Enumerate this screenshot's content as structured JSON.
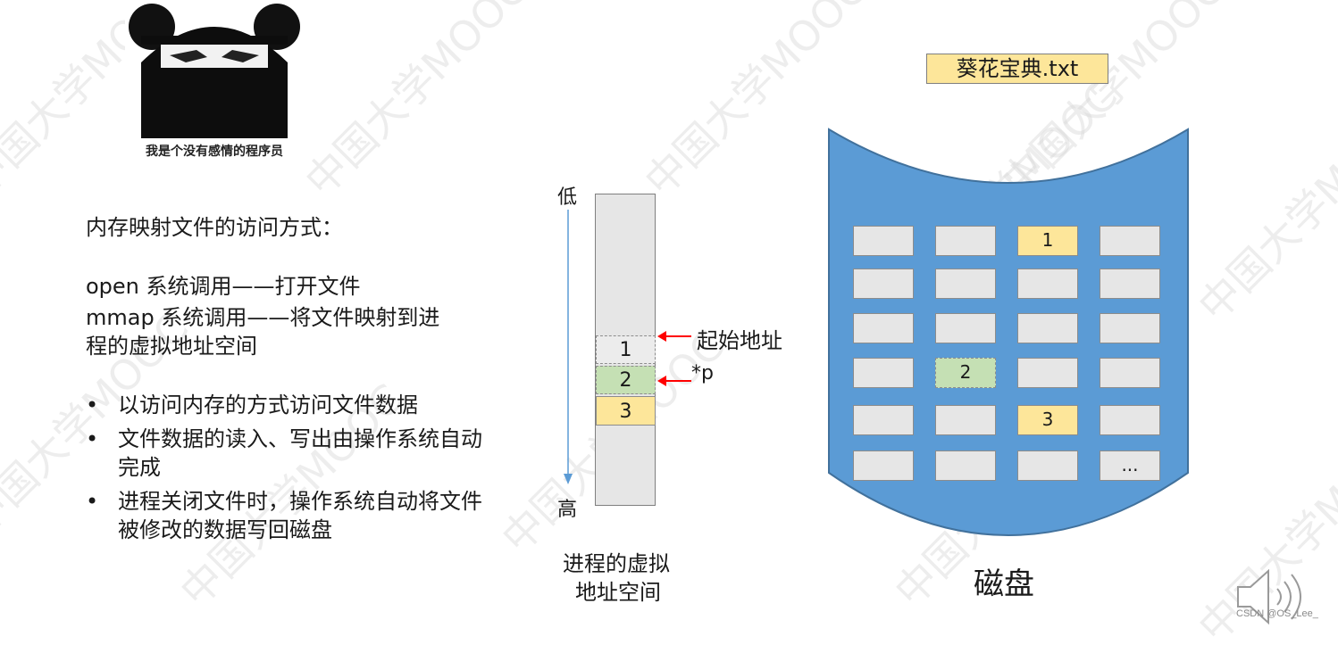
{
  "meme": {
    "caption": "我是个没有感情的程序员"
  },
  "left": {
    "title": "内存映射文件的访问方式：",
    "line1": "open 系统调用——打开文件",
    "line2": "mmap 系统调用——将文件映射到进",
    "line3": "程的虚拟地址空间",
    "bullet_glyph": "•",
    "bullets": [
      "以访问内存的方式访问文件数据",
      "文件数据的读入、写出由操作系统自动完成",
      "进程关闭文件时，操作系统自动将文件被修改的数据写回磁盘"
    ]
  },
  "memory": {
    "low": "低",
    "high": "高",
    "blocks": [
      "1",
      "2",
      "3"
    ],
    "start_addr_label": "起始地址",
    "pointer_label": "*p",
    "caption_line1": "进程的虚拟",
    "caption_line2": "地址空间"
  },
  "disk": {
    "file_name": "葵花宝典.txt",
    "caption": "磁盘",
    "cells": [
      [
        "",
        "",
        "1",
        ""
      ],
      [
        "",
        "",
        "",
        ""
      ],
      [
        "",
        "",
        "",
        ""
      ],
      [
        "",
        "2",
        "",
        ""
      ],
      [
        "",
        "",
        "3",
        ""
      ],
      [
        "",
        "",
        "",
        "..."
      ]
    ],
    "cell_colors": [
      [
        "gray",
        "gray",
        "yellow",
        "gray"
      ],
      [
        "gray",
        "gray",
        "gray",
        "gray"
      ],
      [
        "gray",
        "gray",
        "gray",
        "gray"
      ],
      [
        "gray",
        "green",
        "gray",
        "gray"
      ],
      [
        "gray",
        "gray",
        "yellow",
        "gray"
      ],
      [
        "gray",
        "gray",
        "gray",
        "gray"
      ]
    ]
  },
  "colors": {
    "disk_blue": "#5b9bd5",
    "disk_outline": "#41719c",
    "yellow": "#fde69a",
    "green": "#c5e0b4",
    "gray_cell": "#e6e6e6",
    "arrow_red": "#ff0000",
    "axis_arrow_blue": "#5b9bd5"
  },
  "watermark": "中国大学MOOC",
  "credit": "CSDN @OS_Lee_",
  "icons": [
    "speaker-icon"
  ]
}
